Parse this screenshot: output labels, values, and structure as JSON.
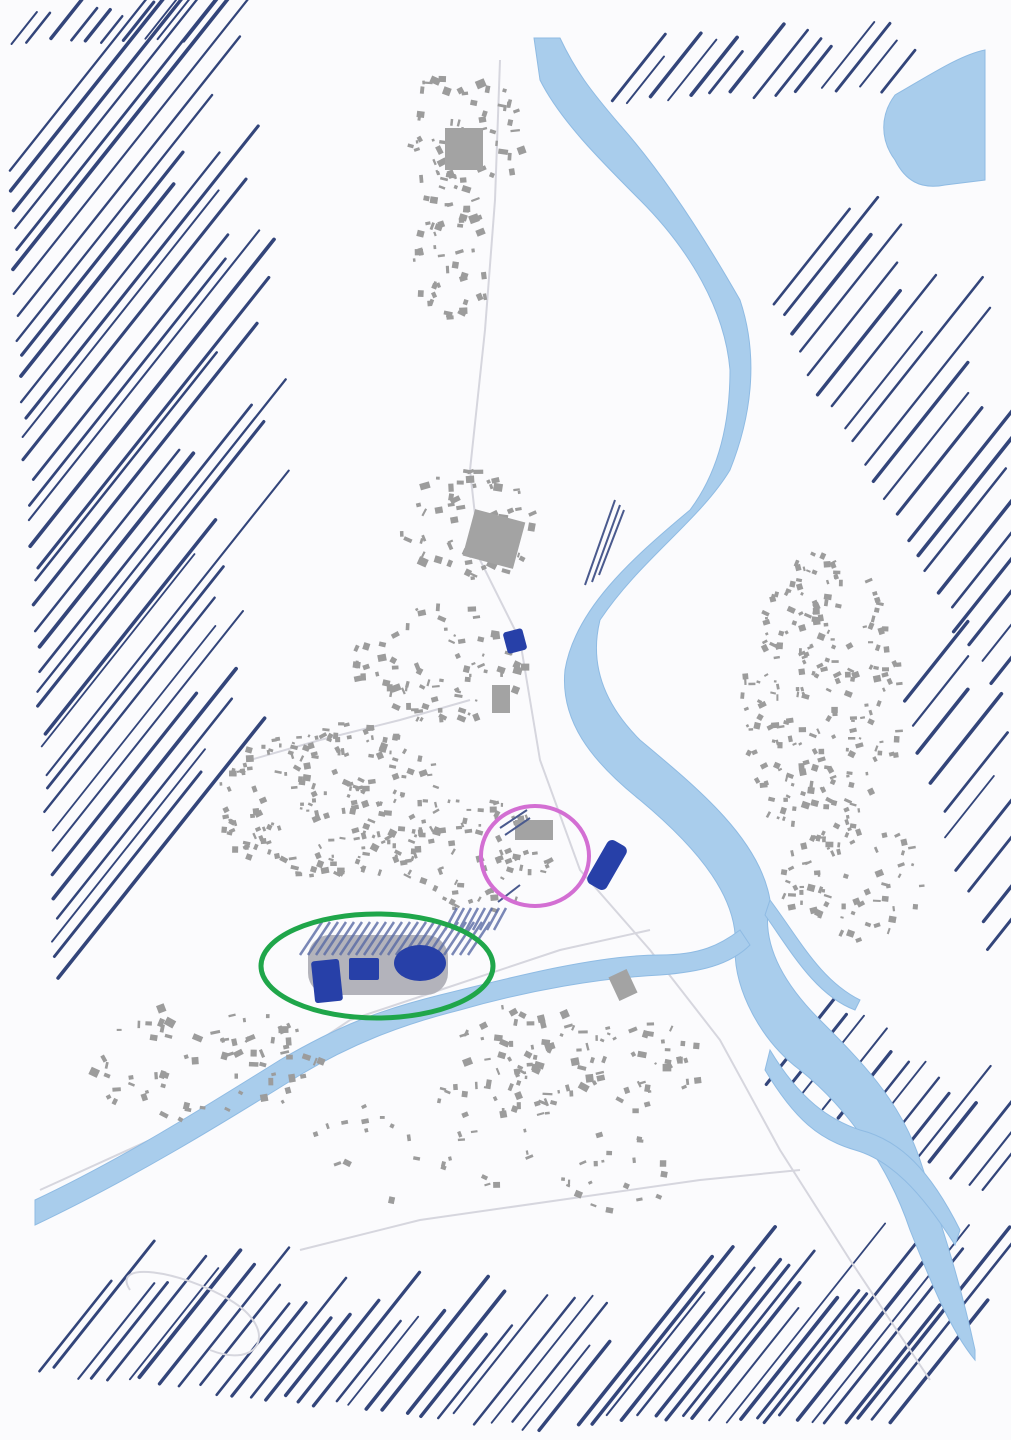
{
  "map": {
    "colors": {
      "paper": "#fbfbfd",
      "water": "#a9cdec",
      "water_edge": "#8fbbe3",
      "hatch": "#33457a",
      "building": "#9c9c9c",
      "highlight": "#2740a8",
      "road": "#d9d9e0",
      "green_circle": "#1fa64a",
      "pink_circle": "#d36fd3"
    },
    "layers": [
      "terrain-hatching",
      "river",
      "lake",
      "roads",
      "buildings",
      "highlighted-buildings",
      "annotation-circles"
    ],
    "annotations": [
      {
        "name": "green-ellipse",
        "color": "green",
        "marks": "highlighted-building-cluster"
      },
      {
        "name": "pink-circle",
        "color": "pink",
        "marks": "building-cluster"
      }
    ]
  }
}
